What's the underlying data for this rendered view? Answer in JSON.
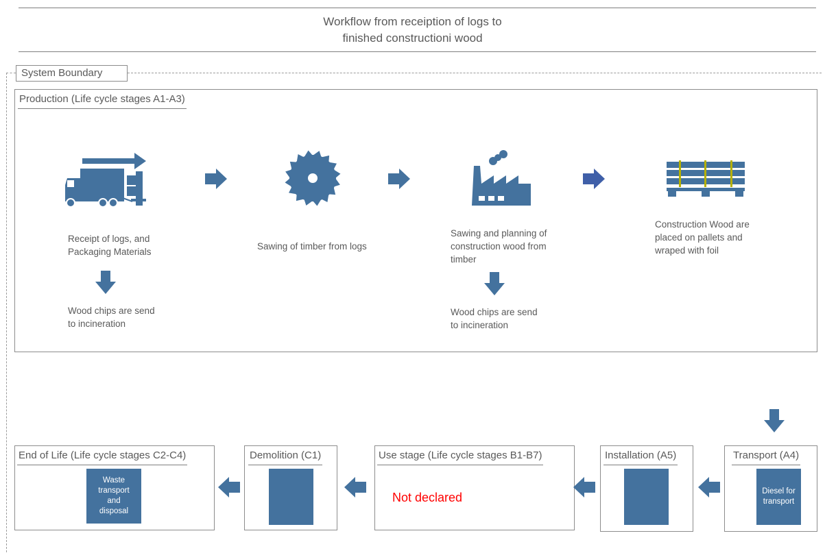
{
  "title": {
    "line1": "Workflow from receiption of logs to",
    "line2": "finished constructioni wood"
  },
  "system_boundary": {
    "label": "System Boundary"
  },
  "production": {
    "title": "Production (Life cycle stages A1-A3)",
    "steps": [
      {
        "icon": "truck-icon",
        "caption_lines": [
          "Receipt of logs, and",
          "Packaging Materials"
        ],
        "sub_caption_lines": [
          "Wood chips are send",
          "to incineration"
        ]
      },
      {
        "icon": "saw-blade-icon",
        "caption_lines": [
          "Sawing of timber from logs"
        ]
      },
      {
        "icon": "factory-icon",
        "caption_lines": [
          "Sawing and planning of",
          "construction wood from",
          "timber"
        ],
        "sub_caption_lines": [
          "Wood chips are send",
          "to incineration"
        ]
      },
      {
        "icon": "pallet-icon",
        "caption_lines": [
          "Construction Wood are",
          "placed on pallets and",
          "wraped with foil"
        ]
      }
    ]
  },
  "stages": {
    "end_of_life": {
      "title": "End of Life (Life cycle stages C2-C4)",
      "box_lines": [
        "Waste",
        "transport",
        "and",
        "disposal"
      ]
    },
    "demolition": {
      "title": "Demolition (C1)"
    },
    "use_stage": {
      "title": "Use stage (Life cycle stages B1-B7)",
      "note": "Not declared"
    },
    "installation": {
      "title": "Installation (A5)"
    },
    "transport": {
      "title": "Transport (A4)",
      "box_lines": [
        "Diesel for",
        "transport"
      ]
    }
  },
  "colors": {
    "icon_blue": "#44729e",
    "arrow_blue_dark": "#3f5fa8",
    "note_red": "#ff0000",
    "text_gray": "#595959",
    "pallet_accent": "#b5b000"
  }
}
